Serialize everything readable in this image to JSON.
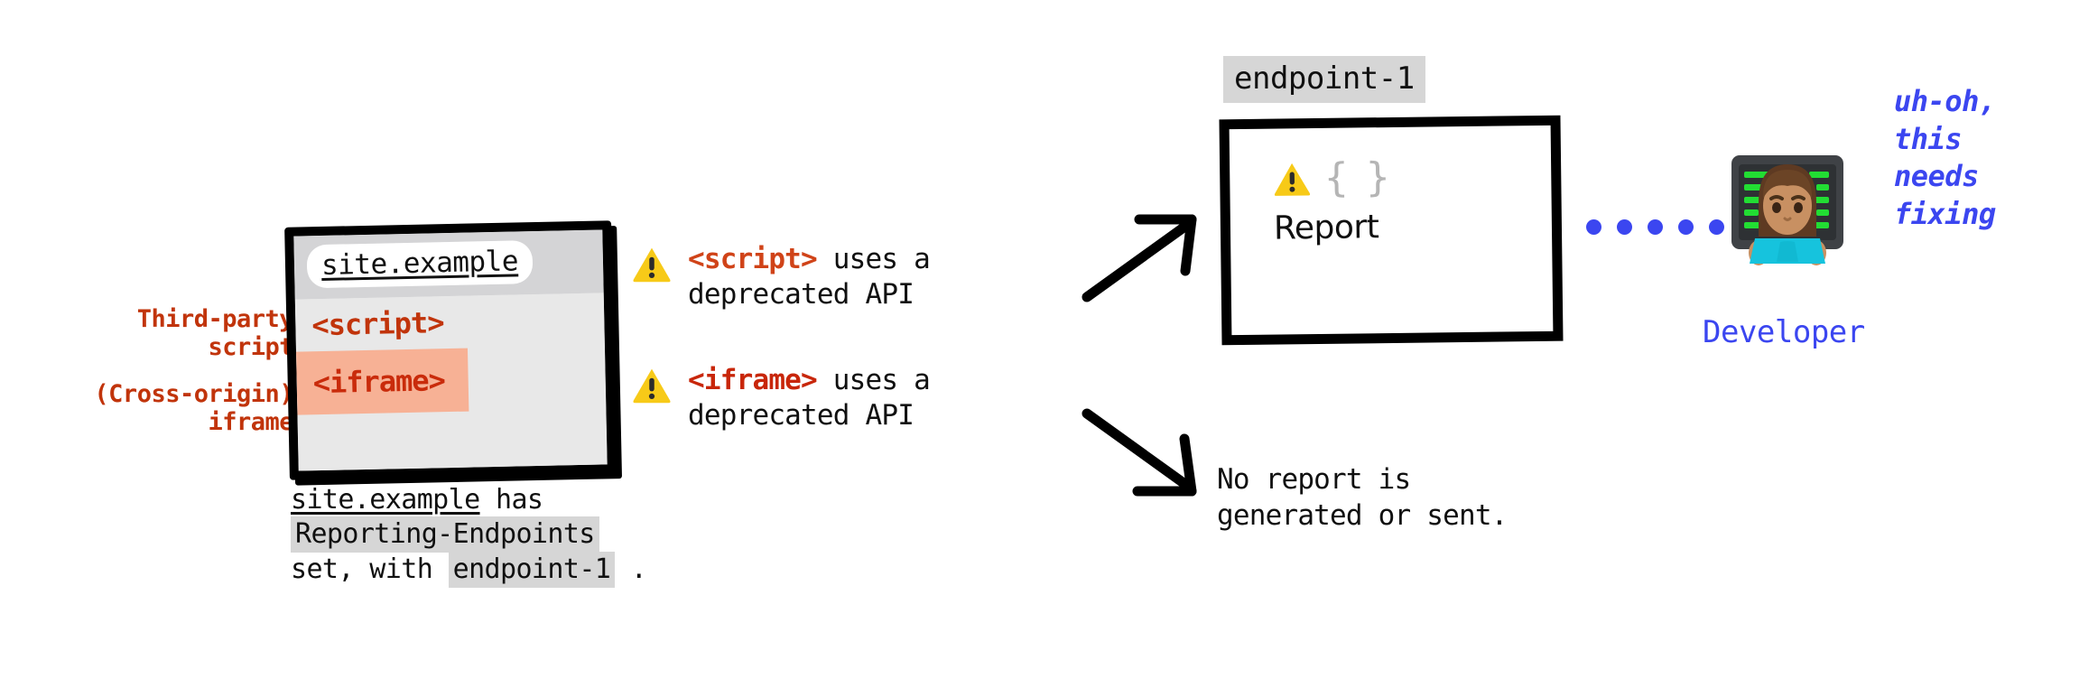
{
  "diagram": {
    "left_annotations": [
      {
        "lines": [
          "Third-party",
          "script"
        ]
      },
      {
        "lines": [
          "(Cross-origin)",
          "iframe"
        ]
      }
    ],
    "browser": {
      "url": "site.example",
      "code_lines": [
        {
          "text": "<script>",
          "highlighted": false
        },
        {
          "text": "<iframe>",
          "highlighted": true
        }
      ]
    },
    "caption": {
      "line1_a": "site.example",
      "line1_b": " has",
      "line2": "Reporting-Endpoints",
      "line3_a": "set, with ",
      "line3_b": "endpoint-1",
      "line3_c": " ."
    },
    "warnings": [
      {
        "icon": "warning-triangle-icon",
        "tag": "<script>",
        "rest": " uses a",
        "line2": "deprecated API"
      },
      {
        "icon": "warning-triangle-icon",
        "tag": "<iframe>",
        "rest": " uses a",
        "line2": "deprecated API"
      }
    ],
    "endpoint": {
      "label": "endpoint-1",
      "box": {
        "warning_icon": "warning-triangle-icon",
        "braces": "{ }",
        "text": "Report"
      }
    },
    "no_report": {
      "line1": "No report is",
      "line2": "generated or sent."
    },
    "connector": {
      "icon": "dotted-connector",
      "dot_count": 6,
      "color": "#3b46f0"
    },
    "developer": {
      "icon": "developer-avatar-icon",
      "label": "Developer",
      "quote_lines": [
        "uh-oh,",
        "this",
        "needs",
        "fixing"
      ]
    },
    "arrows": [
      {
        "icon": "arrow-up-right-icon",
        "direction": "up-right"
      },
      {
        "icon": "arrow-down-right-icon",
        "direction": "down-right"
      }
    ],
    "colors": {
      "code_red": "#c1340b",
      "script_orange": "#d04318",
      "iframe_red": "#c8260a",
      "highlight_peach": "#f7b195",
      "chip_gray": "#d6d6d6",
      "blue": "#3b46f0",
      "warning_yellow": "#f7ca18"
    }
  }
}
